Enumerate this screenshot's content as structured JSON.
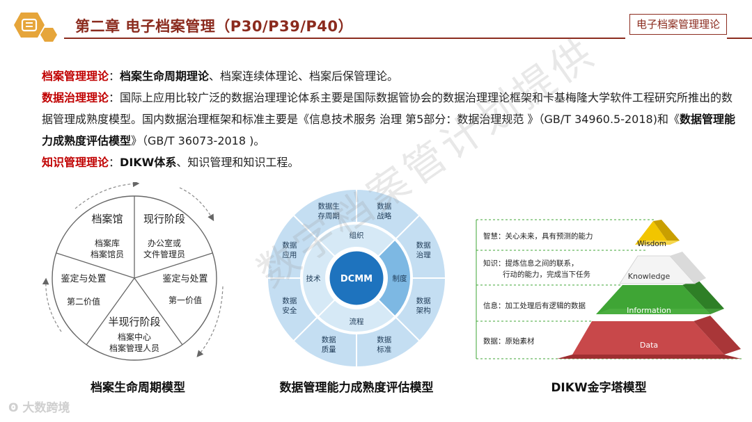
{
  "header": {
    "title": "第二章  电子档案管理（P30/P39/P40）",
    "tag": "电子档案管理理论"
  },
  "content": {
    "p1": {
      "term": "档案管理理论",
      "colon": "：",
      "bold": "档案生命周期理论",
      "rest": "、档案连续体理论、档案后保管理论。"
    },
    "p2": {
      "term": "数据治理理论",
      "colon": "：",
      "text1": "国际上应用比较广泛的数据治理理论体系主要是国际数据管协会的数据治理理论框架和卡基梅隆大学软件工程研究所推出的数据管理成熟度模型。国内数据治理框架和标准主要是《信息技术服务 治理 第5部分：数据治理规范 》（GB/T 34960.5-2018)和《",
      "bold": "数据管理能力成熟度评估模型",
      "text2": "》（GB/T 36073-2018 )。"
    },
    "p3": {
      "term": "知识管理理论",
      "colon": "：",
      "bold": "DIKW体系",
      "rest": "、知识管理和知识工程。"
    }
  },
  "lifecycle": {
    "caption": "档案生命周期模型",
    "s1_title": "档案馆",
    "s1_l1": "档案库",
    "s1_l2": "档案馆员",
    "s2_title": "现行阶段",
    "s2_l1": "办公室或",
    "s2_l2": "文件管理员",
    "s3_title": "鉴定与处置",
    "s3_l1": "第一价值",
    "s4_title": "半现行阶段",
    "s4_l1": "档案中心",
    "s4_l2": "档案管理人员",
    "s5_title": "鉴定与处置",
    "s5_l1": "第二价值"
  },
  "dcmm": {
    "caption": "数据管理能力成熟度评估模型",
    "center": "DCMM",
    "inner": [
      "组织",
      "制度",
      "流程",
      "技术"
    ],
    "outer": [
      [
        "数据",
        "战略"
      ],
      [
        "数据",
        "治理"
      ],
      [
        "数据",
        "架构"
      ],
      [
        "数据",
        "标准"
      ],
      [
        "数据",
        "质量"
      ],
      [
        "数据",
        "安全"
      ],
      [
        "数据",
        "应用"
      ],
      [
        "数据生",
        "存周期"
      ]
    ],
    "colors": {
      "outer": "#C4DEF2",
      "ring": "#D6E9F6",
      "center": "#1E73BE",
      "highlight": "#7DB8E3"
    }
  },
  "dikw": {
    "caption": "DIKW金字塔模型",
    "wisdom_label": "Wisdom",
    "knowledge_label": "Knowledge",
    "information_label": "Information",
    "data_label": "Data",
    "wisdom_desc": "智慧：关心未来，具有预测的能力",
    "knowledge_desc1": "知识：提炼信息之间的联系，",
    "knowledge_desc2": "行动的能力，完成当下任务",
    "information_desc": "信息：加工处理后有逻辑的数据",
    "data_desc": "数据：原始素材",
    "colors": {
      "wisdom": "#F2C500",
      "knowledge": "#F4F4F4",
      "information": "#3FA535",
      "data": "#C8484A"
    }
  },
  "watermark": "数字档案管计划提供",
  "brand": "大数跨境"
}
